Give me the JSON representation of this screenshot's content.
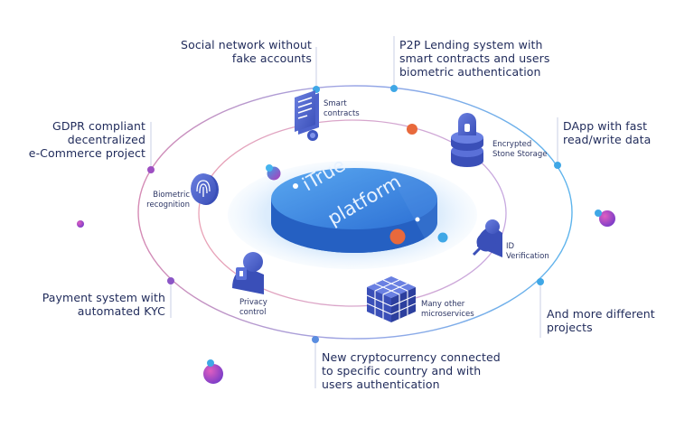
{
  "platform": {
    "line1": "iTrue",
    "line2": "platform"
  },
  "callouts": {
    "social": "Social network without\nfake accounts",
    "p2p": "P2P Lending system with\nsmart contracts and users\nbiometric authentication",
    "dapp": "DApp with fast\nread/write data",
    "gdpr": "GDPR compliant\ndecentralized\ne-Commerce project",
    "payment": "Payment system with\nautomated KYC",
    "more": "And more different\nprojects",
    "crypto": "New cryptocurrency connected\nto specific country and with\nusers authentication"
  },
  "services": {
    "smart_contracts": "Smart\ncontracts",
    "encrypted_storage": "Encrypted\nStone Storage",
    "biometric": "Biometric\nrecognition",
    "id_verification": "ID\nVerification",
    "privacy": "Privacy\ncontrol",
    "microservices": "Many other\nmicroservices"
  },
  "colors": {
    "orbit_outer": "#b9c3ea",
    "orbit_inner": "#f0b8c8",
    "platform_top": "#3d86e0",
    "platform_side": "#2563c4",
    "glow": "#cfe4fb",
    "text": "#1f2a5a",
    "dot_blue": "#3fa7e6",
    "dot_purple": "#9d4fc2",
    "orange": "#e8693c"
  }
}
